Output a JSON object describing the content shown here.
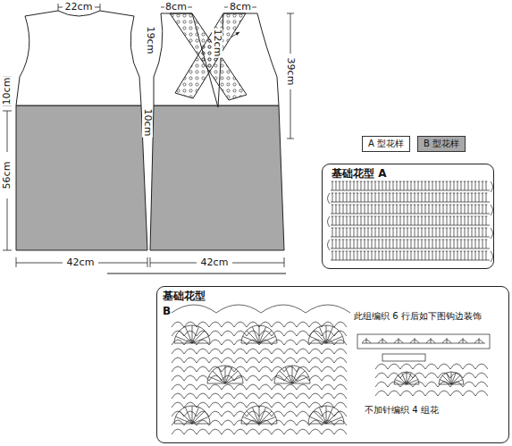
{
  "diagram": {
    "nodes": [
      {
        "text": [
          "基础花型 A"
        ]
      },
      {
        "text": [
          "基础花型",
          "B",
          "此组编织 6 行后如下图钩边装饰",
          "不加针编织 4 组花"
        ]
      }
    ],
    "labels": [
      "22cm",
      "8cm",
      "8cm",
      "19cm",
      "12cm",
      "39cm",
      "10cm",
      "10cm",
      "56cm",
      "42cm",
      "42cm"
    ],
    "legend": [
      {
        "text": "A 型花样",
        "color": "#ffffff"
      },
      {
        "text": "B 型花样",
        "color": "#a8a8a8"
      }
    ]
  }
}
